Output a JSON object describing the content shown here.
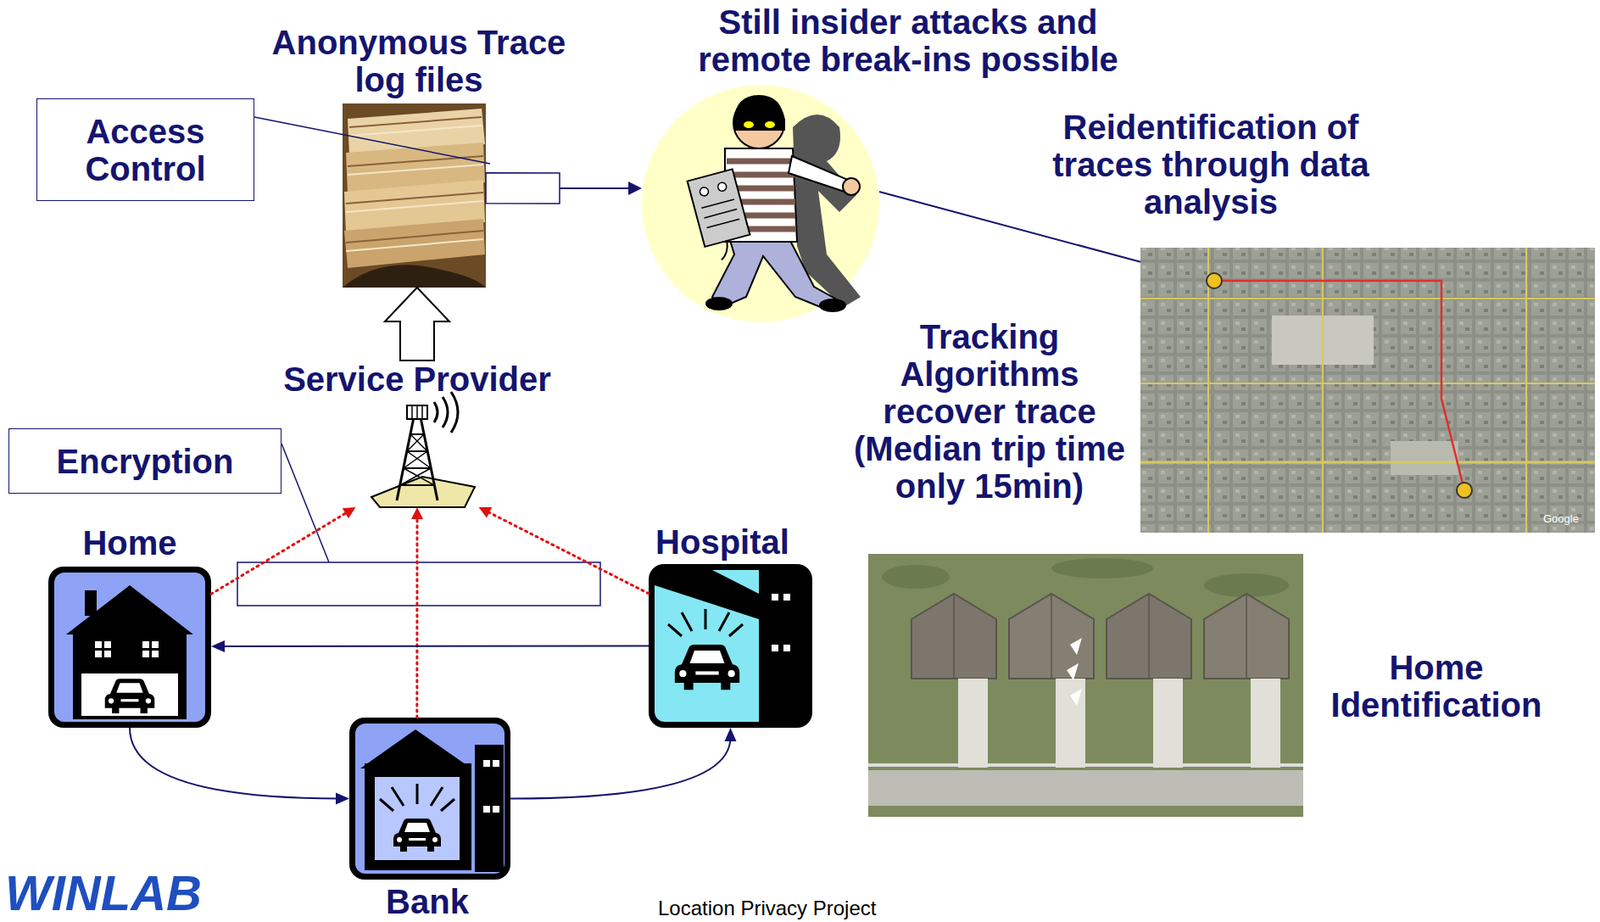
{
  "diagram": {
    "nodes": [
      {
        "text": [
          "Access Control"
        ]
      },
      {
        "text": [
          "Encryption"
        ]
      },
      {
        "text": [
          "Anonymous Trace log files"
        ]
      },
      {
        "text": [
          "Service Provider"
        ]
      },
      {
        "text": [
          "Still insider attacks and remote break-ins possible"
        ]
      },
      {
        "text": [
          "Home"
        ]
      },
      {
        "text": [
          "Hospital"
        ]
      },
      {
        "text": [
          "Bank"
        ]
      },
      {
        "text": [
          "Reidentification of traces through data analysis"
        ]
      },
      {
        "text": [
          "Home Identification"
        ]
      }
    ],
    "edges": [
      {
        "from": 3,
        "to": 2,
        "arrow": "to"
      },
      {
        "from": 2,
        "to": 4,
        "arrow": "to"
      },
      {
        "from": 4,
        "to": 8,
        "arrow": "none"
      },
      {
        "from": 5,
        "to": 3,
        "arrow": "to"
      },
      {
        "from": 7,
        "to": 3,
        "arrow": "to"
      },
      {
        "from": 6,
        "to": 3,
        "arrow": "to"
      },
      {
        "from": 6,
        "to": 5,
        "arrow": "to"
      },
      {
        "from": 5,
        "to": 7,
        "arrow": "to"
      },
      {
        "from": 7,
        "to": 6,
        "arrow": "to"
      }
    ],
    "labels": [
      "Tracking Algorithms recover trace (Median trip time only 15min)",
      "Google",
      "WINLAB",
      "Location Privacy Project"
    ]
  }
}
